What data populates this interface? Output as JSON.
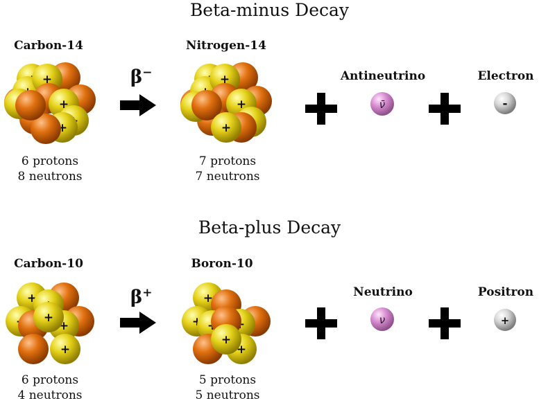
{
  "colors": {
    "proton": "#e6d21a",
    "neutron": "#e0700f",
    "neutrino": "#d98fd3",
    "lepton": "#d6d6d6"
  },
  "beta_minus": {
    "title": "Beta-minus Decay",
    "parent_name": "Carbon-14",
    "parent_protons": "6 protons",
    "parent_neutrons": "8 neutrons",
    "arrow_symbol": "β",
    "arrow_sign": "−",
    "daughter_name": "Nitrogen-14",
    "daughter_protons": "7 protons",
    "daughter_neutrons": "7 neutrons",
    "plus_1": "+",
    "particle1_name": "Antineutrino",
    "particle1_symbol": "ν̄",
    "plus_2": "+",
    "particle2_name": "Electron",
    "particle2_symbol": "-"
  },
  "beta_plus": {
    "title": "Beta-plus Decay",
    "parent_name": "Carbon-10",
    "parent_protons": "6 protons",
    "parent_neutrons": "4 neutrons",
    "arrow_symbol": "β",
    "arrow_sign": "+",
    "daughter_name": "Boron-10",
    "daughter_protons": "5 protons",
    "daughter_neutrons": "5 neutrons",
    "plus_1": "+",
    "particle1_name": "Neutrino",
    "particle1_symbol": "ν",
    "plus_2": "+",
    "particle2_name": "Positron",
    "particle2_symbol": "+"
  }
}
